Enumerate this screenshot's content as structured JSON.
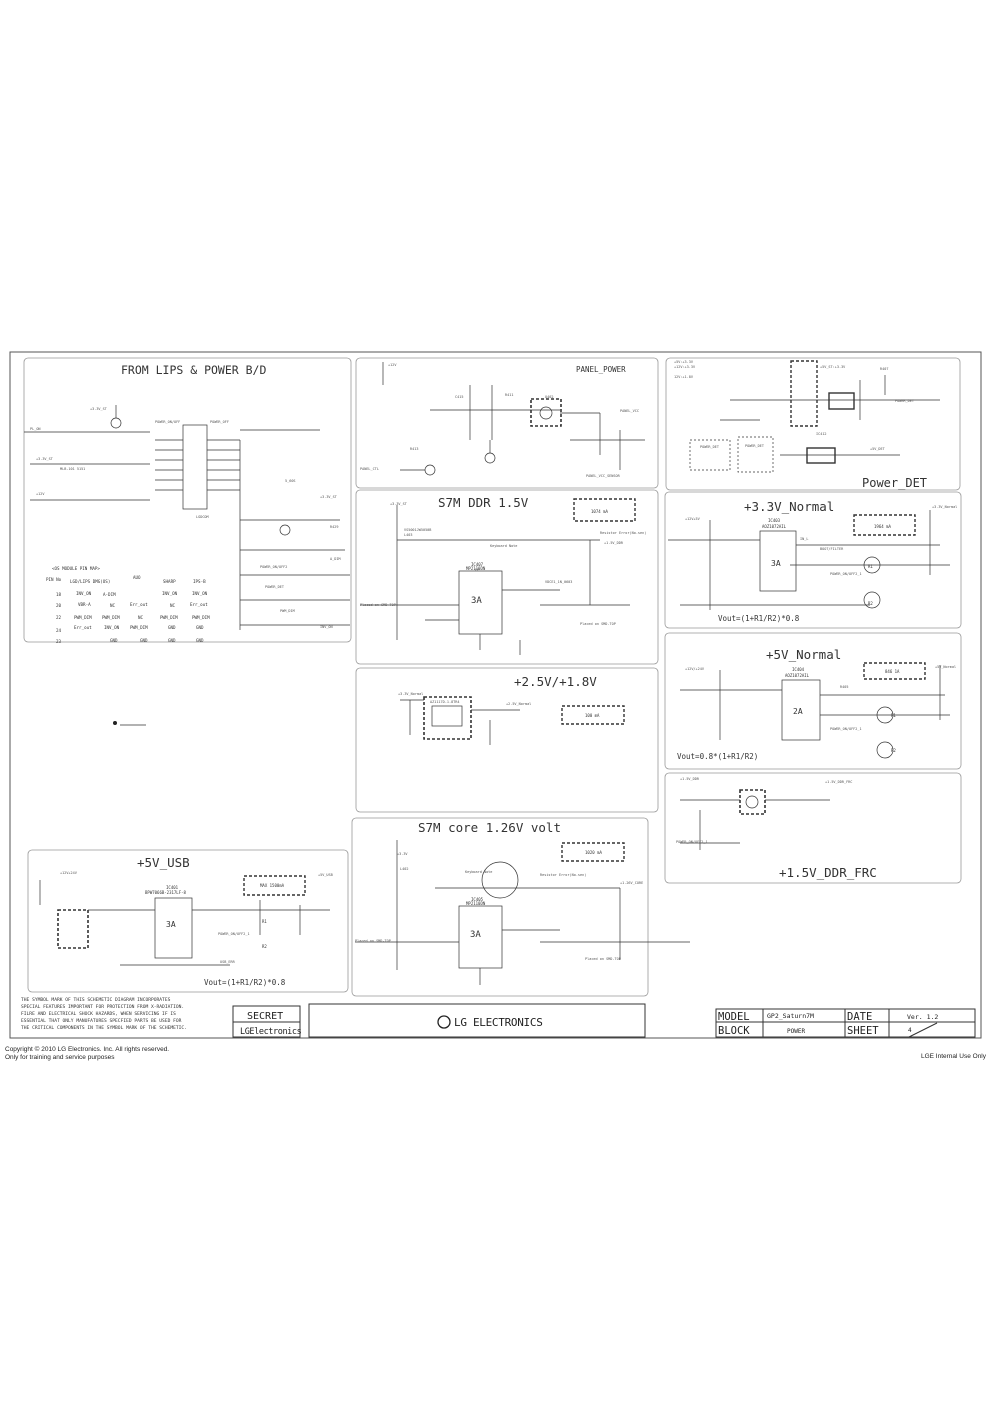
{
  "sections": {
    "lips": "FROM LIPS & POWER B/D",
    "panel": "PANEL_POWER",
    "power_det": "Power_DET",
    "ddr15": "S7M DDR 1.5V",
    "v33": "+3.3V_Normal",
    "v25": "+2.5V/+1.8V",
    "v5": "+5V_Normal",
    "usb": "+5V_USB",
    "core": "S7M core 1.26V volt",
    "frc": "+1.5V_DDR_FRC"
  },
  "pin_map": {
    "title": "<OS MODULE PIN MAP>",
    "headers": [
      "PIN No",
      "LGD/LIPS DMG(OS)",
      "AUO",
      "SHARP",
      "IPS-B"
    ],
    "rows": [
      [
        "18",
        "INV_ON",
        "A-DIM",
        "INV_ON",
        "INV_ON"
      ],
      [
        "20",
        "VBR-A",
        "NC",
        "Err_out",
        "NC",
        "Err_out"
      ],
      [
        "22",
        "PWM_DIM",
        "PWM_DIM",
        "NC",
        "PWM_DIM",
        "PWM_DIM"
      ],
      [
        "24",
        "Err_out",
        "INV_ON",
        "PWM_DIM",
        "GND",
        "GND"
      ],
      [
        "23",
        "",
        "GND",
        "GND",
        "GND",
        "GND"
      ]
    ]
  },
  "chips": {
    "ddr15": {
      "ref": "IC407",
      "part": "MP2110DN",
      "amps": "3A"
    },
    "v33": {
      "ref": "IC403",
      "part": "AOZ1072AIL",
      "amps": "3A"
    },
    "v5": {
      "ref": "IC404",
      "part": "AOZ1072AIL",
      "amps": "2A"
    },
    "usb": {
      "ref": "IC401",
      "part": "BPW7066B-2317LF-8",
      "amps": "3A"
    },
    "core": {
      "ref": "IC405",
      "part": "MP2110DN",
      "amps": "3A"
    }
  },
  "current_notes": {
    "ddr15": "1074 mA",
    "v33": "1964 mA",
    "v25": "100 mA",
    "v5": "846 1A",
    "usb": "MAX 1500mA",
    "core": "1020 mA"
  },
  "formulas": {
    "v33": "Vout=(1+R1/R2)*0.8",
    "v5": "Vout=0.8*(1+R1/R2)",
    "usb": "Vout=(1+R1/R2)*0.8"
  },
  "resistors": {
    "r1": "R1",
    "r2": "R2"
  },
  "safety_note": [
    "THE  SYMBOL MARK OF THIS SCHEMETIC DIAGRAM INCORPORATES",
    "SPECIAL FEATURES IMPORTANT FOR PROTECTION FROM X-RADIATION.",
    "FILRE AND ELECTRICAL SHOCK HAZARDS, WHEN SERVICING IF IS",
    "ESSENTIAL THAT ONLY MANUFATURES SPECFIED PARTS BE USED FOR",
    "THE CRITICAL COMPONENTS IN THE  SYMBOL MARK OF THE SCHEMETIC."
  ],
  "title_block": {
    "secret": "SECRET",
    "brand_small": "LGElectronics",
    "brand_center": "LG ELECTRONICS",
    "model_label": "MODEL",
    "model_value": "GP2_Saturn7M",
    "date_label": "DATE",
    "version": "Ver. 1.2",
    "block_label": "BLOCK",
    "block_value": "POWER",
    "sheet_label": "SHEET",
    "sheet_value": "4"
  },
  "footer": {
    "copyright": "Copyright © 2010 LG Electronics. Inc. All rights reserved.",
    "training": "Only for training and service purposes",
    "internal": "LGE Internal Use Only"
  }
}
